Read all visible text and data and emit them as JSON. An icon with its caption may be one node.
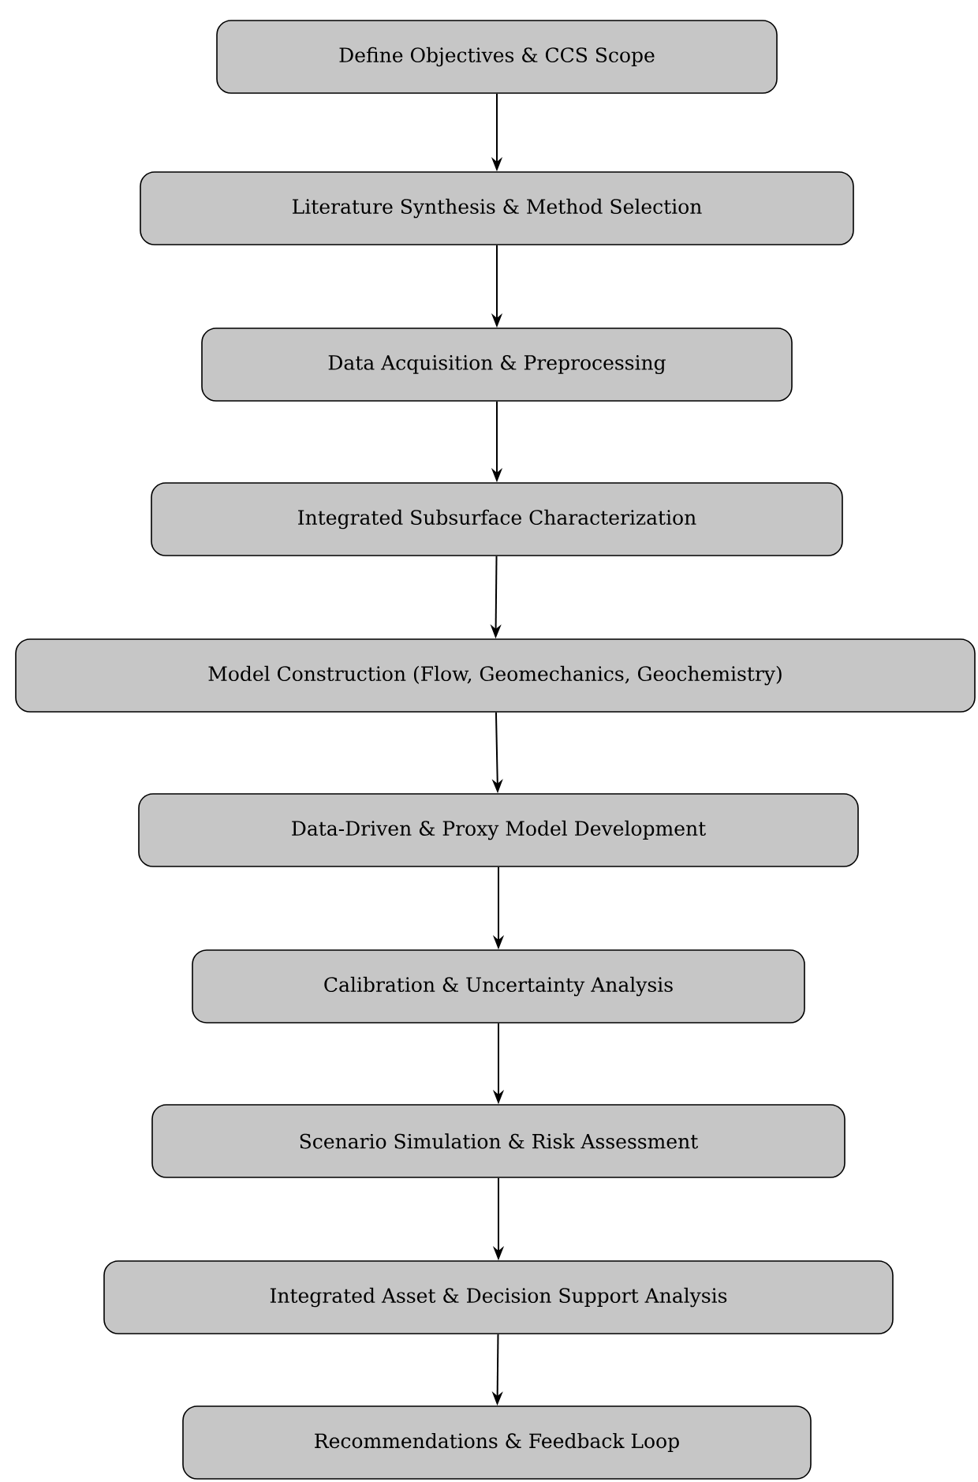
{
  "diagram": {
    "nodes": [
      {
        "text": [
          "Define Objectives & CCS Scope"
        ]
      },
      {
        "text": [
          "Literature Synthesis & Method Selection"
        ]
      },
      {
        "text": [
          "Data Acquisition & Preprocessing"
        ]
      },
      {
        "text": [
          "Integrated Subsurface Characterization"
        ]
      },
      {
        "text": [
          "Model Construction (Flow, Geomechanics, Geochemistry)"
        ]
      },
      {
        "text": [
          "Data-Driven & Proxy Model Development"
        ]
      },
      {
        "text": [
          "Calibration & Uncertainty Analysis"
        ]
      },
      {
        "text": [
          "Scenario Simulation & Risk Assessment"
        ]
      },
      {
        "text": [
          "Integrated Asset & Decision Support Analysis"
        ]
      },
      {
        "text": [
          "Recommendations & Feedback Loop"
        ]
      }
    ],
    "edges": [
      {
        "from": 0,
        "to": 1,
        "arrow": "to"
      },
      {
        "from": 1,
        "to": 2,
        "arrow": "to"
      },
      {
        "from": 2,
        "to": 3,
        "arrow": "to"
      },
      {
        "from": 3,
        "to": 4,
        "arrow": "to"
      },
      {
        "from": 4,
        "to": 5,
        "arrow": "to"
      },
      {
        "from": 5,
        "to": 6,
        "arrow": "to"
      },
      {
        "from": 6,
        "to": 7,
        "arrow": "to"
      },
      {
        "from": 7,
        "to": 8,
        "arrow": "to"
      },
      {
        "from": 8,
        "to": 9,
        "arrow": "to"
      }
    ]
  }
}
